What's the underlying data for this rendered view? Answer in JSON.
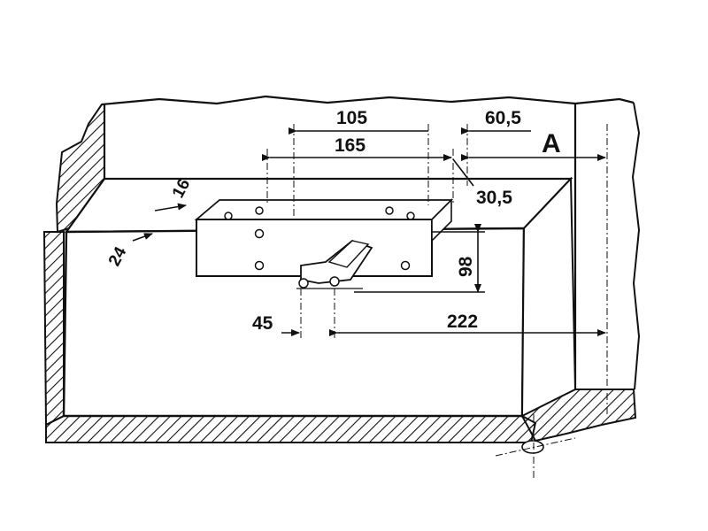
{
  "dimensions": {
    "d105": "105",
    "d60_5": "60,5",
    "d165": "165",
    "d30_5": "30,5",
    "d16": "16",
    "d24": "24",
    "d98": "98",
    "d45": "45",
    "d222": "222"
  },
  "labels": {
    "view_marker": "A"
  },
  "colors": {
    "ink": "#111111",
    "paper": "#ffffff"
  }
}
